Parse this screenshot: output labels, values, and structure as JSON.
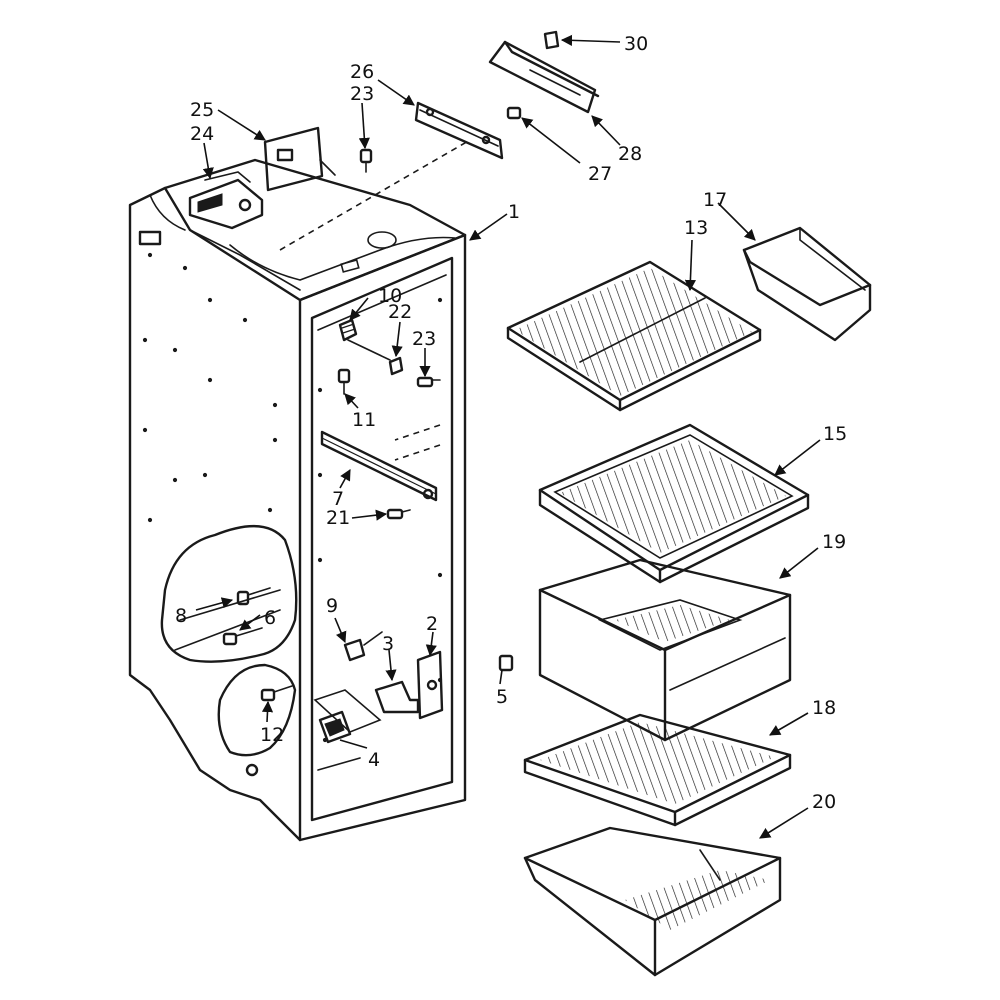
{
  "callouts": [
    {
      "id": "c1",
      "text": "1"
    },
    {
      "id": "c2",
      "text": "2"
    },
    {
      "id": "c3",
      "text": "3"
    },
    {
      "id": "c4",
      "text": "4"
    },
    {
      "id": "c5",
      "text": "5"
    },
    {
      "id": "c6",
      "text": "6"
    },
    {
      "id": "c7",
      "text": "7"
    },
    {
      "id": "c8",
      "text": "8"
    },
    {
      "id": "c9",
      "text": "9"
    },
    {
      "id": "c10",
      "text": "10"
    },
    {
      "id": "c11",
      "text": "11"
    },
    {
      "id": "c12",
      "text": "12"
    },
    {
      "id": "c13",
      "text": "13"
    },
    {
      "id": "c15",
      "text": "15"
    },
    {
      "id": "c17",
      "text": "17"
    },
    {
      "id": "c18",
      "text": "18"
    },
    {
      "id": "c19",
      "text": "19"
    },
    {
      "id": "c20",
      "text": "20"
    },
    {
      "id": "c21",
      "text": "21"
    },
    {
      "id": "c22",
      "text": "22"
    },
    {
      "id": "c23a",
      "text": "23"
    },
    {
      "id": "c23b",
      "text": "23"
    },
    {
      "id": "c24",
      "text": "24"
    },
    {
      "id": "c25",
      "text": "25"
    },
    {
      "id": "c26",
      "text": "26"
    },
    {
      "id": "c27",
      "text": "27"
    },
    {
      "id": "c28",
      "text": "28"
    },
    {
      "id": "c30",
      "text": "30"
    }
  ]
}
